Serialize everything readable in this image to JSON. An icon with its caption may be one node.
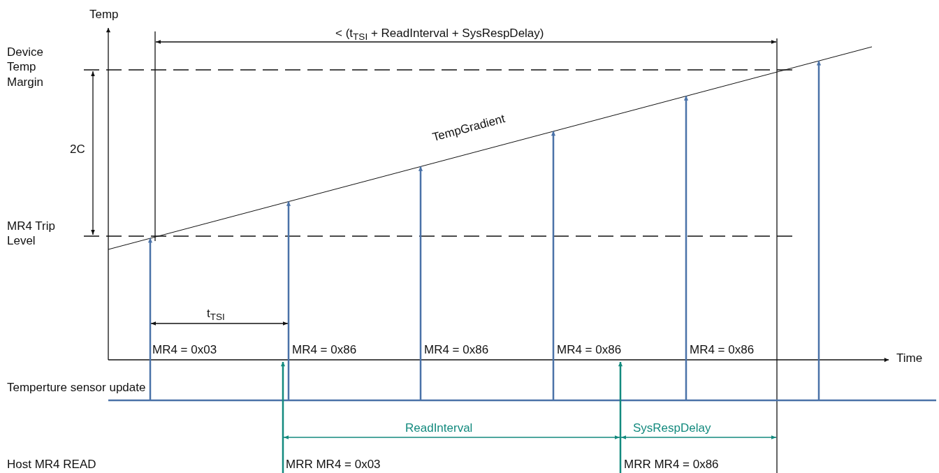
{
  "diagram": {
    "labels": [
      "Temp",
      "< (t$_{TSI}$ + ReadInterval + SysRespDelay)",
      "Device Temp Margin",
      "2C",
      "TempGradient",
      "MR4 Trip Level",
      "t$_{TSI}$",
      "MR4 = 0x03",
      "MR4 = 0x86",
      "MR4 = 0x86",
      "MR4 = 0x86",
      "MR4 = 0x86",
      "Time",
      "Temperture sensor update",
      "ReadInterval",
      "SysRespDelay",
      "Host MR4 READ",
      "MRR MR4 = 0x03",
      "MRR MR4 = 0x86"
    ]
  }
}
